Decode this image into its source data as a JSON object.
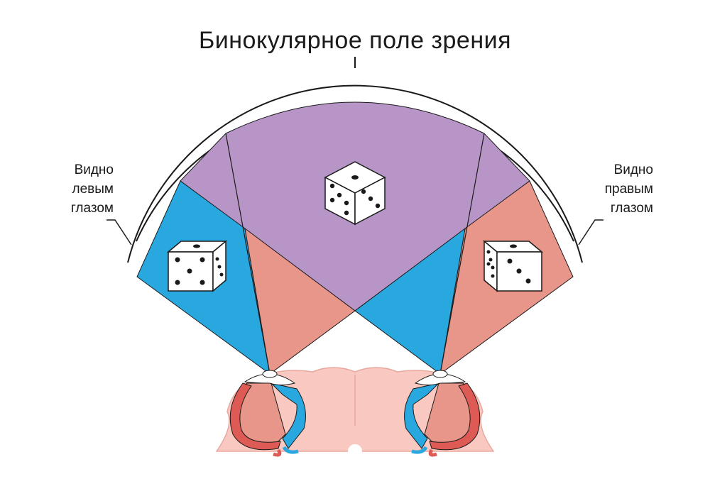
{
  "title": "Бинокулярное поле зрения",
  "left_label": [
    "Видно",
    "левым",
    "глазом"
  ],
  "right_label": [
    "Видно",
    "правым",
    "глазом"
  ],
  "colors": {
    "binocular": "#b795c6",
    "left_eye_field": "#29a8e0",
    "right_eye_field": "#e8958a",
    "brain": "#f9c9c1",
    "eye_outer_red": "#de5b55",
    "eye_blue": "#29a8e0",
    "outline": "#1a1a1a"
  },
  "icons": [
    "die-icon",
    "eye-icon",
    "brain-icon"
  ]
}
